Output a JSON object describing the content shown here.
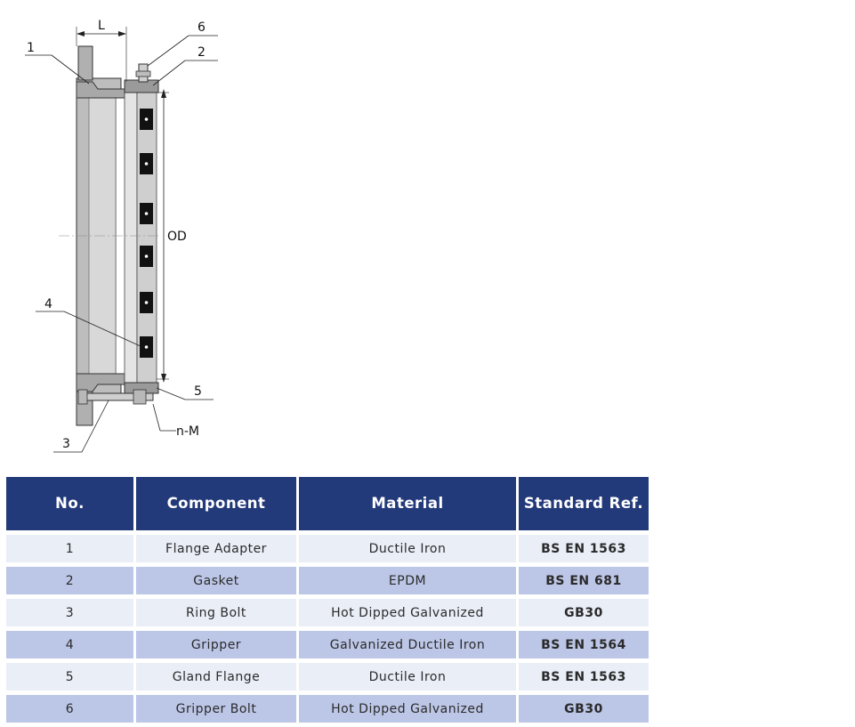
{
  "drawing": {
    "dimension_L": "L",
    "dimension_OD": "OD",
    "bolt_spec": "n-M",
    "callouts": [
      "1",
      "2",
      "3",
      "4",
      "5",
      "6"
    ]
  },
  "table": {
    "headers": [
      "No.",
      "Component",
      "Material",
      "Standard Ref."
    ],
    "rows": [
      [
        "1",
        "Flange Adapter",
        "Ductile Iron",
        "BS EN 1563"
      ],
      [
        "2",
        "Gasket",
        "EPDM",
        "BS EN 681"
      ],
      [
        "3",
        "Ring Bolt",
        "Hot Dipped Galvanized",
        "GB30"
      ],
      [
        "4",
        "Gripper",
        "Galvanized Ductile Iron",
        "BS EN 1564"
      ],
      [
        "5",
        "Gland Flange",
        "Ductile Iron",
        "BS EN 1563"
      ],
      [
        "6",
        "Gripper Bolt",
        "Hot Dipped Galvanized",
        "GB30"
      ]
    ]
  },
  "colors": {
    "header_bg": "#233a7a",
    "row_light": "#e9eef7",
    "row_dark": "#bcc6e6"
  }
}
